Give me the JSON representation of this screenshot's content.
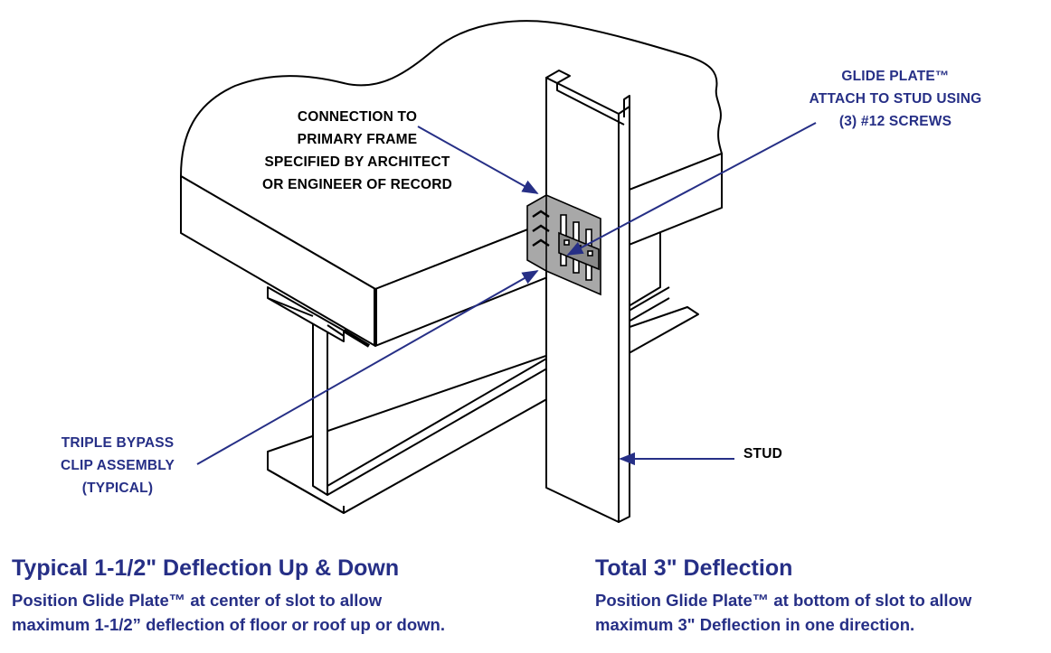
{
  "callouts": {
    "connection": [
      "CONNECTION TO",
      "PRIMARY FRAME",
      "SPECIFIED BY ARCHITECT",
      "OR ENGINEER OF RECORD"
    ],
    "glide_plate": [
      "GLIDE PLATE™",
      "ATTACH TO STUD USING",
      "(3) #12 SCREWS"
    ],
    "triple_bypass": [
      "TRIPLE BYPASS",
      "CLIP ASSEMBLY",
      "(TYPICAL)"
    ],
    "stud": "STUD"
  },
  "notes": {
    "left": {
      "heading": "Typical 1-1/2\" Deflection Up & Down",
      "lines": [
        "Position Glide Plate™ at center of slot to allow",
        "maximum 1-1/2” deflection of floor or roof up or down."
      ]
    },
    "right": {
      "heading": "Total 3\" Deflection",
      "lines": [
        "Position Glide Plate™ at bottom of slot to allow",
        "maximum 3\" Deflection in one direction."
      ]
    }
  },
  "colors": {
    "line": "#000000",
    "leader": "#262f86",
    "clip_plate": "#a8a8a8",
    "text_blue": "#262f86"
  }
}
